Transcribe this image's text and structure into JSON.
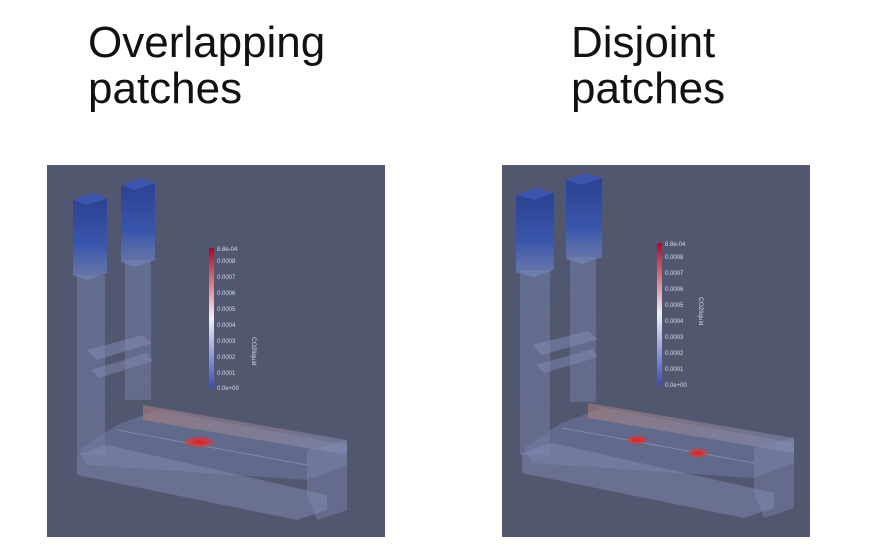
{
  "left_panel": {
    "heading_line1": "Overlapping",
    "heading_line2": "patches"
  },
  "right_panel": {
    "heading_line1": "Disjoint",
    "heading_line2": "patches"
  },
  "colorbar": {
    "title": "CO2liquid",
    "ticks": [
      "8.8e-04",
      "0.0008",
      "0.0007",
      "0.0006",
      "0.0005",
      "0.0004",
      "0.0003",
      "0.0002",
      "0.0001",
      "0.0e+00"
    ],
    "colors": [
      "#b40426",
      "#f7f7f7",
      "#3b4cc0"
    ]
  },
  "colors": {
    "background": "#525770",
    "plume": "#d73027"
  }
}
